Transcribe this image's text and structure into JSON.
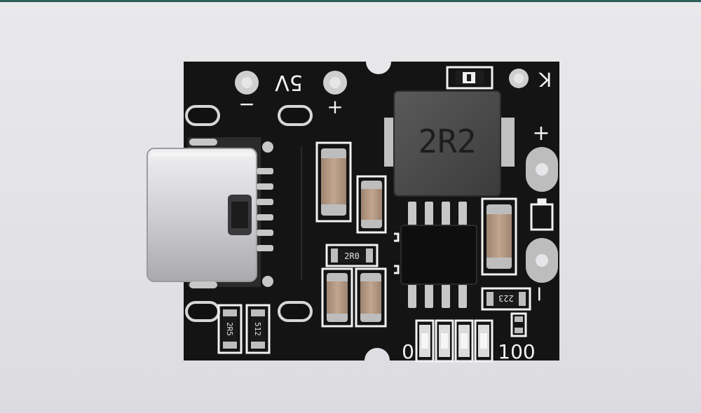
{
  "board": {
    "labels": {
      "input_voltage": "5V",
      "input_minus": "−",
      "input_plus": "+",
      "key": "K",
      "bat_plus": "+",
      "bat_minus": "−",
      "level_low": "0",
      "level_high": "100"
    },
    "component_marks": {
      "inductor": "2R2",
      "resistor_top": "2R0",
      "resistor_right": "223",
      "resistor_left_a": "2R5",
      "resistor_left_b": "512"
    },
    "colors": {
      "pcb": "#141414",
      "silkscreen": "#f2f2f2",
      "pad": "#bdbdbd",
      "connector": "#d9d9dc",
      "inductor": "#4a4a4a",
      "capacitor": "#b79b84"
    },
    "led_count": 4
  }
}
